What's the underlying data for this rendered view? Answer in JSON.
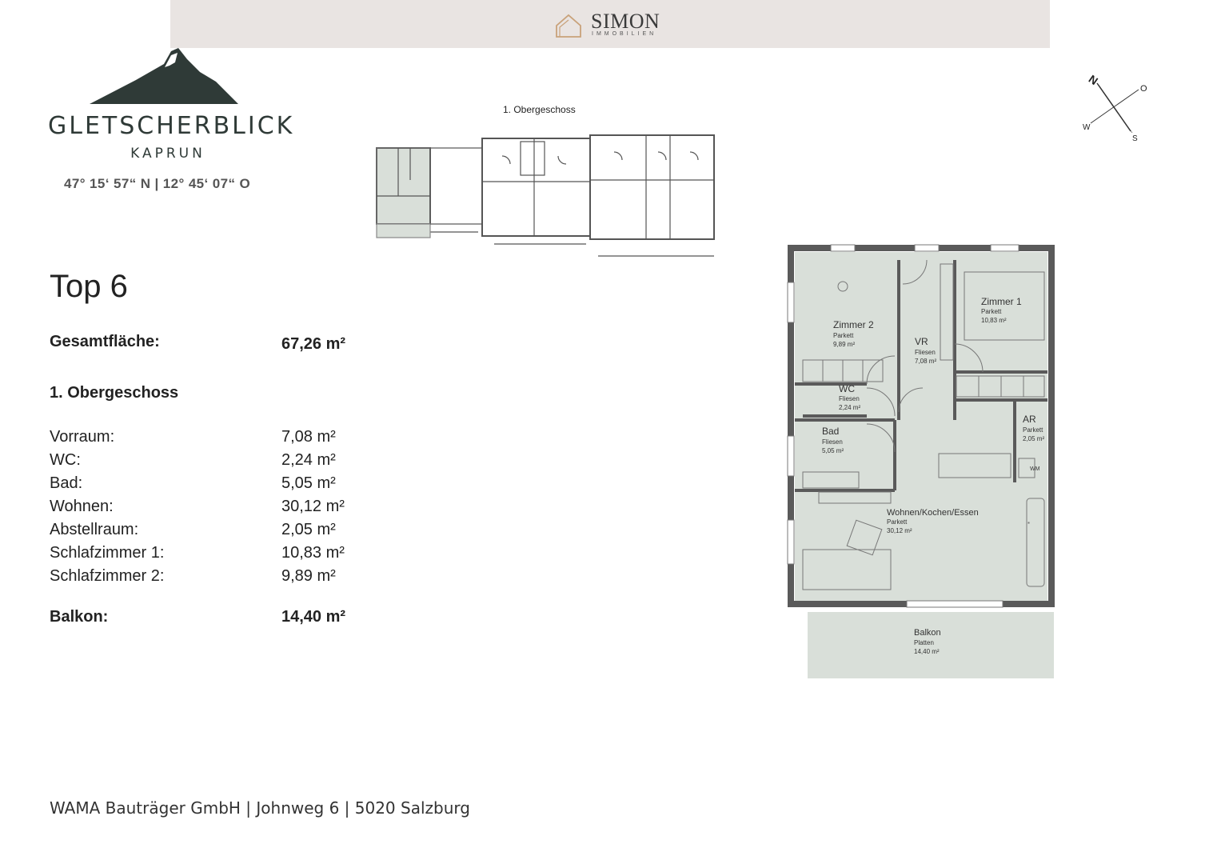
{
  "header": {
    "brand_name": "SIMON",
    "brand_sub": "IMMOBILIEN"
  },
  "logo": {
    "title": "GLETSCHERBLICK",
    "subtitle": "KAPRUN",
    "coordinates": "47° 15‘ 57“ N | 12° 45‘ 07“ O"
  },
  "overview": {
    "title": "1. Obergeschoss"
  },
  "compass": {
    "n": "N",
    "o": "O",
    "s": "S",
    "w": "W"
  },
  "unit": {
    "title": "Top 6",
    "total_label": "Gesamtfläche:",
    "total_value": "67,26 m²",
    "floor_label": "1. Obergeschoss",
    "rooms": [
      {
        "label": "Vorraum:",
        "value": "7,08 m²"
      },
      {
        "label": "WC:",
        "value": "2,24 m²"
      },
      {
        "label": "Bad:",
        "value": "5,05 m²"
      },
      {
        "label": "Wohnen:",
        "value": "30,12 m²"
      },
      {
        "label": "Abstellraum:",
        "value": "2,05 m²"
      },
      {
        "label": "Schlafzimmer 1:",
        "value": "10,83 m²"
      },
      {
        "label": "Schlafzimmer 2:",
        "value": "9,89 m²"
      }
    ],
    "balcony_label": "Balkon:",
    "balcony_value": "14,40 m²"
  },
  "plan": {
    "rooms": [
      {
        "name": "Zimmer 2",
        "floor": "Parkett",
        "area": "9,89 m²"
      },
      {
        "name": "Zimmer 1",
        "floor": "Parkett",
        "area": "10,83 m²"
      },
      {
        "name": "VR",
        "floor": "Fliesen",
        "area": "7,08 m²"
      },
      {
        "name": "WC",
        "floor": "Fliesen",
        "area": "2,24 m²"
      },
      {
        "name": "Bad",
        "floor": "Fliesen",
        "area": "5,05 m²"
      },
      {
        "name": "AR",
        "floor": "Parkett",
        "area": "2,05 m²"
      },
      {
        "name": "Wohnen/Kochen/Essen",
        "floor": "Parkett",
        "area": "30,12 m²"
      },
      {
        "name": "Balkon",
        "floor": "Platten",
        "area": "14,40 m²"
      }
    ],
    "wm": "WM"
  },
  "footer": {
    "text": "WAMA Bauträger GmbH | Johnweg 6 | 5020 Salzburg"
  },
  "colors": {
    "header_bg": "#e9e4e2",
    "room_fill": "#d9dfd9",
    "wall": "#5a5a5a",
    "logo": "#2f3a37",
    "brand_accent": "#c9a27a"
  }
}
